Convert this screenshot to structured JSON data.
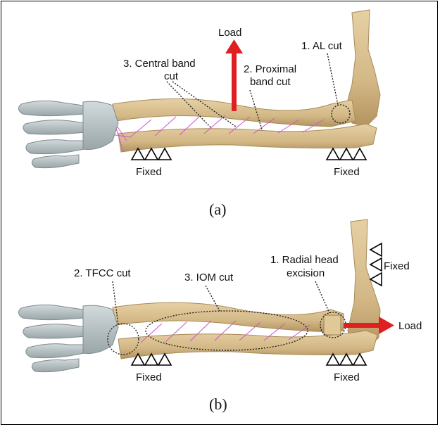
{
  "panel_a": {
    "caption": "(a)",
    "load_label": "Load",
    "cut_al": "1. AL cut",
    "cut_proximal_line1": "2. Proximal",
    "cut_proximal_line2": "band cut",
    "cut_central_line1": "3. Central band",
    "cut_central_line2": "cut",
    "fixed_left": "Fixed",
    "fixed_right": "Fixed"
  },
  "panel_b": {
    "caption": "(b)",
    "load_label": "Load",
    "cut_radial_line1": "1. Radial head",
    "cut_radial_line2": "excision",
    "cut_tfcc": "2. TFCC cut",
    "cut_iom": "3. IOM cut",
    "fixed_upper": "Fixed",
    "fixed_left": "Fixed",
    "fixed_right": "Fixed"
  },
  "colors": {
    "bone": "#d9bf8f",
    "bone_shade": "#b99a63",
    "hand": "#b9c4c6",
    "load_arrow": "#e02020",
    "ligament": "#cc55cc"
  }
}
